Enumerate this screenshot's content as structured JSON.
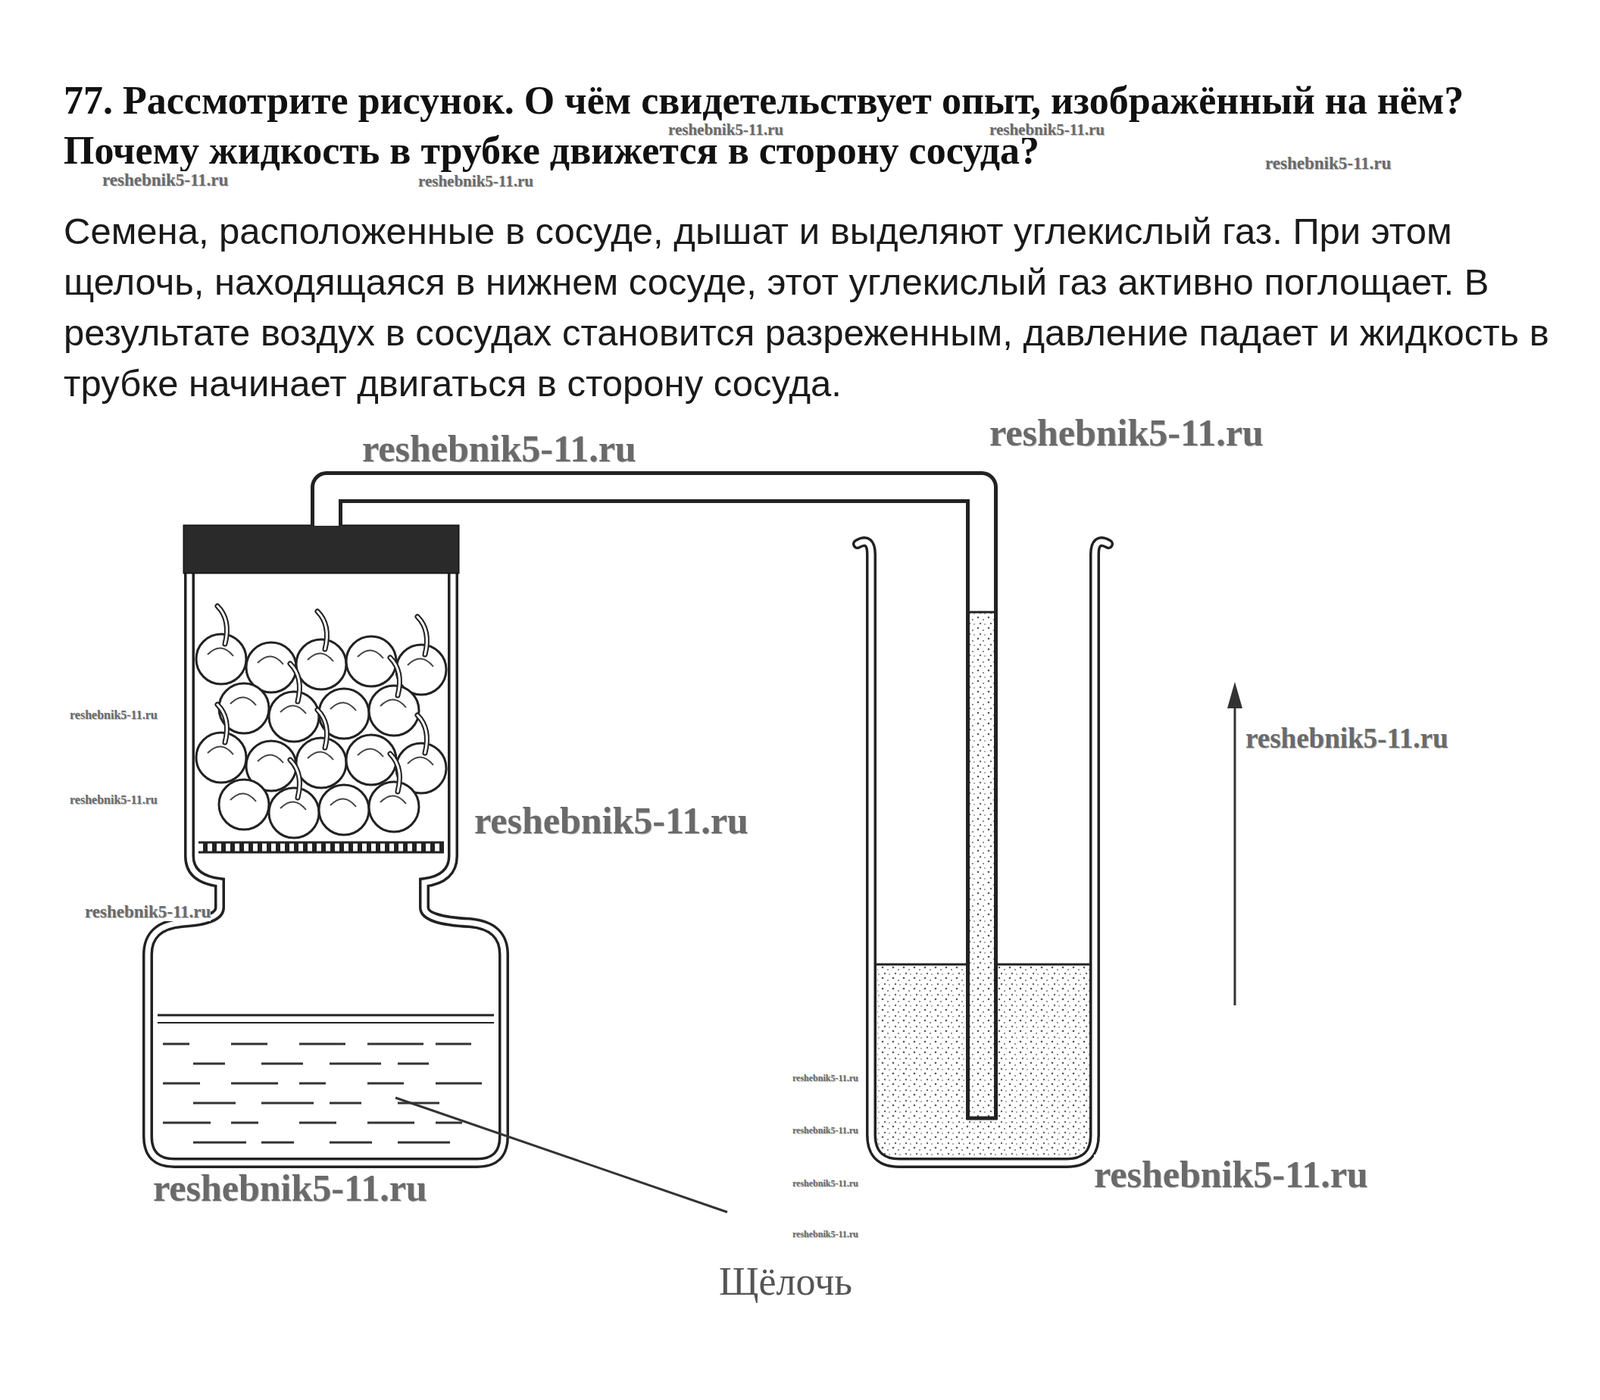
{
  "diagram": {
    "title": "77. Рассмотрите рисунок. О чём свидетельствует опыт, изображённый на нём? Почему жидкость в трубке движется в сторону сосуда?",
    "labels": [
      "Семена, расположенные в сосуде, дышат и выделяют углекислый газ. При этом щелочь, находящаяся в нижнем сосуде, этот углекислый газ активно поглощает. В результате воздух в сосудах становится разреженным, давление падает и жидкость в трубке начинает двигаться в сторону сосуда.",
      "Щёлочь",
      "reshebnik5-11.ru",
      "reshebnik5-11.ru",
      "reshebnik5-11.ru",
      "reshebnik5-11.ru",
      "reshebnik5-11.ru",
      "reshebnik5-11.ru",
      "reshebnik5-11.ru",
      "reshebnik5-11.ru",
      "reshebnik5-11.ru",
      "reshebnik5-11.ru",
      "reshebnik5-11.ru",
      "reshebnik5-11.ru",
      "reshebnik5-11.ru",
      "reshebnik5-11.ru",
      "reshebnik5-11.ru",
      "reshebnik5-11.ru",
      "reshebnik5-11.ru",
      "reshebnik5-11.ru"
    ]
  }
}
